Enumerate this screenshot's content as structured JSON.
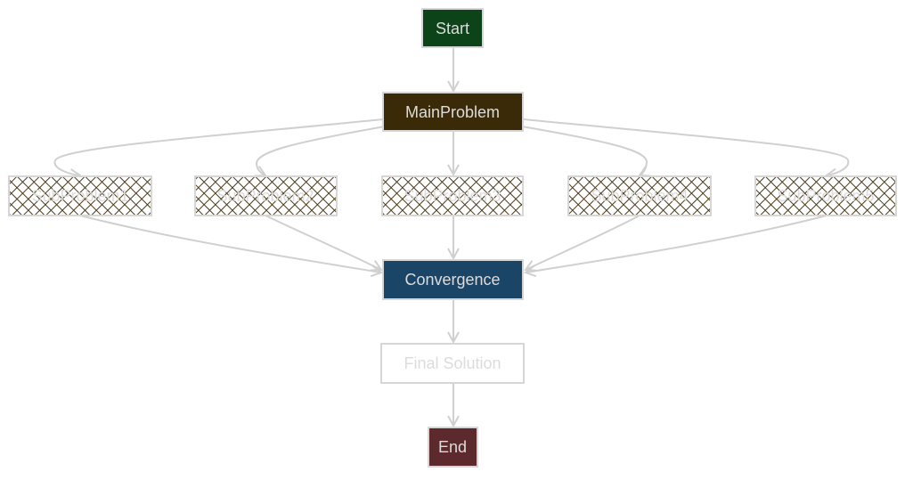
{
  "nodes": {
    "start": {
      "label": "Start",
      "fill": "#0c4318"
    },
    "main": {
      "label": "MainProblem",
      "fill": "#3b2a07"
    },
    "sub1": {
      "label": "SubProblem1"
    },
    "sub2": {
      "label": "SubProblem2"
    },
    "sub3": {
      "label": "SubProblem3"
    },
    "sub4": {
      "label": "SubProblem4"
    },
    "sub5": {
      "label": "SubProblem5"
    },
    "convergence": {
      "label": "Convergence",
      "fill": "#1b4566"
    },
    "final": {
      "label": "Final Solution",
      "fill": "#ffffff"
    },
    "end": {
      "label": "End",
      "fill": "#5c2a2c"
    }
  },
  "colors": {
    "edge": "#d0d0d0",
    "text": "#dcdcdc",
    "hatch": "#4a3a1a",
    "border": "#d6d6d6"
  }
}
